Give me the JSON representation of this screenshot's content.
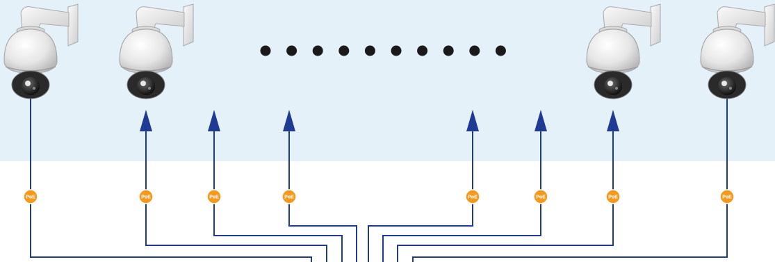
{
  "colors": {
    "top_band": "#e4f1f9",
    "background": "#ffffff",
    "wire": "#1f3a93",
    "poe_badge": "#f39a1e",
    "poe_text": "#ffffff",
    "dot": "#1a1a1a",
    "camera_body": "#eeeeee",
    "camera_lens": "#1b1b1b"
  },
  "poe_label": "PoE",
  "cameras": [
    {
      "id": "camera-1",
      "connected": true
    },
    {
      "id": "camera-2",
      "connected": false
    },
    {
      "id": "camera-n-1",
      "connected": false
    },
    {
      "id": "camera-n",
      "connected": true
    }
  ],
  "ports": [
    {
      "id": "port-1",
      "type": "camera"
    },
    {
      "id": "port-2",
      "type": "arrow"
    },
    {
      "id": "port-3",
      "type": "arrow"
    },
    {
      "id": "port-4",
      "type": "arrow"
    },
    {
      "id": "port-5",
      "type": "arrow"
    },
    {
      "id": "port-6",
      "type": "arrow"
    },
    {
      "id": "port-7",
      "type": "arrow"
    },
    {
      "id": "port-8",
      "type": "camera"
    }
  ],
  "ellipsis_dot_count": 10
}
